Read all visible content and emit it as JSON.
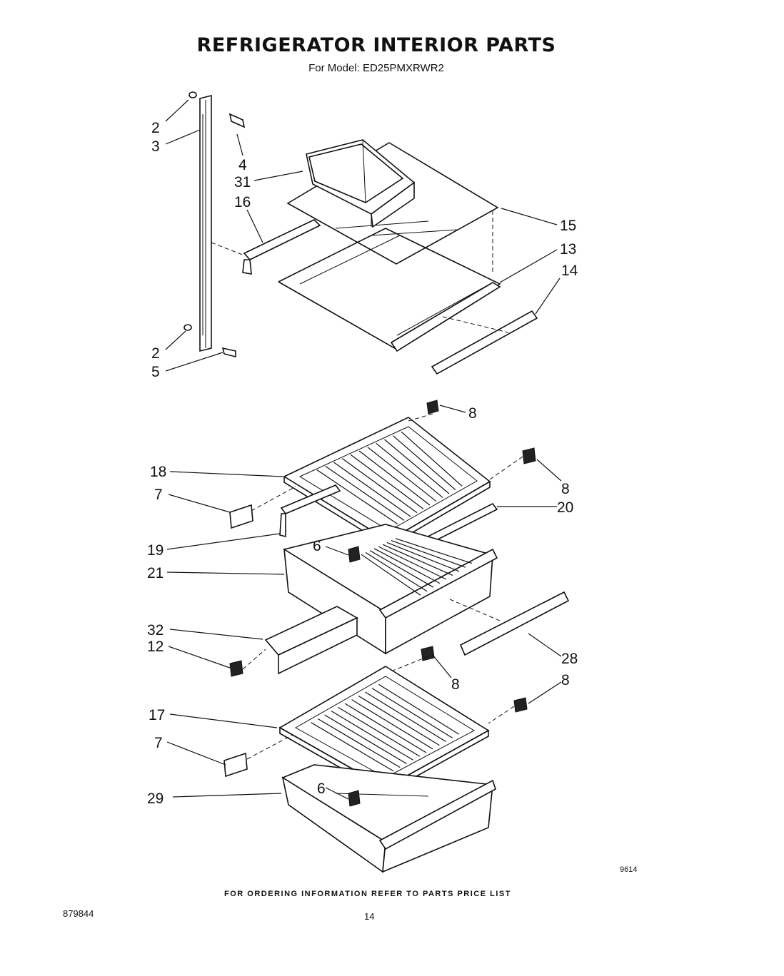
{
  "header": {
    "title": "REFRIGERATOR INTERIOR PARTS",
    "model_line": "For Model: ED25PMXRWR2"
  },
  "callouts": [
    {
      "id": "c2a",
      "label": "2"
    },
    {
      "id": "c3",
      "label": "3"
    },
    {
      "id": "c4",
      "label": "4"
    },
    {
      "id": "c31",
      "label": "31"
    },
    {
      "id": "c16",
      "label": "16"
    },
    {
      "id": "c15",
      "label": "15"
    },
    {
      "id": "c13",
      "label": "13"
    },
    {
      "id": "c14",
      "label": "14"
    },
    {
      "id": "c2b",
      "label": "2"
    },
    {
      "id": "c5",
      "label": "5"
    },
    {
      "id": "c8a",
      "label": "8"
    },
    {
      "id": "c18",
      "label": "18"
    },
    {
      "id": "c8b",
      "label": "8"
    },
    {
      "id": "c7a",
      "label": "7"
    },
    {
      "id": "c20",
      "label": "20"
    },
    {
      "id": "c19",
      "label": "19"
    },
    {
      "id": "c6a",
      "label": "6"
    },
    {
      "id": "c21",
      "label": "21"
    },
    {
      "id": "c32",
      "label": "32"
    },
    {
      "id": "c12",
      "label": "12"
    },
    {
      "id": "c28",
      "label": "28"
    },
    {
      "id": "c8c",
      "label": "8"
    },
    {
      "id": "c8d",
      "label": "8"
    },
    {
      "id": "c17",
      "label": "17"
    },
    {
      "id": "c7b",
      "label": "7"
    },
    {
      "id": "c6b",
      "label": "6"
    },
    {
      "id": "c29",
      "label": "29"
    }
  ],
  "drawing_code": "9614",
  "footer": {
    "ordering_note": "FOR ORDERING INFORMATION REFER TO PARTS PRICE LIST",
    "document_number": "879844",
    "page_number": "14"
  }
}
